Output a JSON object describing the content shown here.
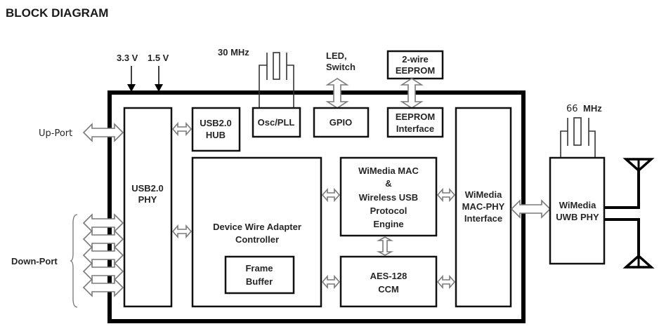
{
  "title": "BLOCK DIAGRAM",
  "power_inputs": [
    "3.3 V",
    "1.5 V"
  ],
  "external": {
    "crystal_1": "30 MHz",
    "led_switch": [
      "LED,",
      "Switch"
    ],
    "eeprom_2wire": [
      "2-wire",
      "EEPROM"
    ],
    "crystal_2_num": "66",
    "crystal_2_unit": "MHz",
    "up_port": "Up-Port",
    "down_port": "Down-Port",
    "uwb_phy": [
      "WiMedia",
      "UWB PHY"
    ]
  },
  "blocks": {
    "usb_phy": [
      "USB2.0",
      "PHY"
    ],
    "usb_hub": [
      "USB2.0",
      "HUB"
    ],
    "osc_pll": "Osc/PLL",
    "gpio": "GPIO",
    "eeprom_if": [
      "EEPROM",
      "Interface"
    ],
    "mac_phy_if": [
      "WiMedia",
      "MAC-PHY",
      "Interface"
    ],
    "dwa_controller": [
      "Device Wire Adapter",
      "Controller"
    ],
    "frame_buffer": [
      "Frame",
      "Buffer"
    ],
    "mac_engine": [
      "WiMedia MAC",
      "&",
      "Wireless USB",
      "Protocol",
      "Engine"
    ],
    "aes": [
      "AES-128",
      "CCM"
    ]
  },
  "down_port_count": 5
}
